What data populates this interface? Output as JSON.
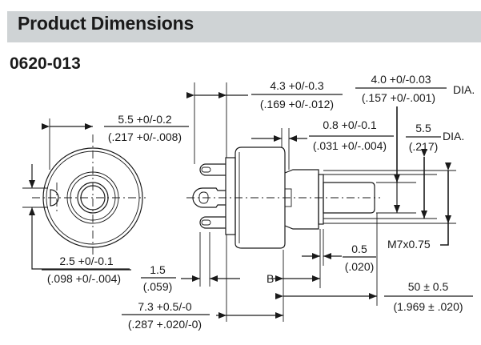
{
  "header": {
    "title": "Product Dimensions"
  },
  "part_number": "0620-013",
  "colors": {
    "header_bg": "#cfd3d5",
    "ink": "#1a1a1a"
  },
  "dimensions": {
    "d1": {
      "metric": "5.5 +0/-0.2",
      "inch": "(.217 +0/-.008)"
    },
    "d2": {
      "metric": "2.5 +0/-0.1",
      "inch": "(.098 +0/-.004)"
    },
    "d3": {
      "metric": "1.5",
      "inch": "(.059)"
    },
    "d4": {
      "metric": "7.3 +0.5/-0",
      "inch": "(.287 +.020/-0)"
    },
    "d5": {
      "metric": "4.3 +0/-0.3",
      "inch": "(.169 +0/-.012)"
    },
    "d6": {
      "metric": "4.0 +0/-0.03",
      "inch": "(.157 +0/-.001)",
      "suffix": "DIA."
    },
    "d7": {
      "metric": "0.8 +0/-0.1",
      "inch": "(.031 +0/-.004)"
    },
    "d8": {
      "metric": "5.5",
      "inch": "(.217)",
      "suffix": "DIA."
    },
    "d9": {
      "metric": "0.5",
      "inch": "(.020)"
    },
    "d10": {
      "metric": "50 ± 0.5",
      "inch": "(1.969 ± .020)"
    },
    "thread": "M7x0.75",
    "b_label": "B"
  }
}
